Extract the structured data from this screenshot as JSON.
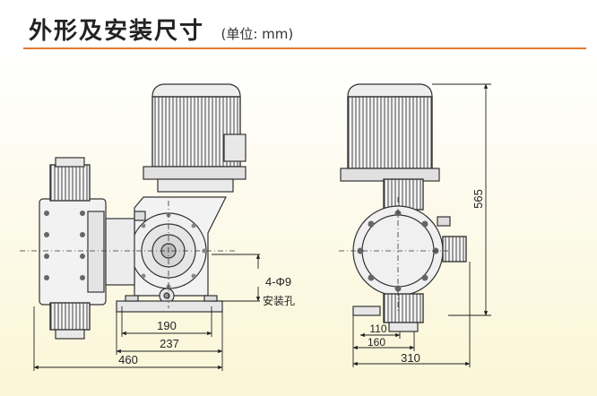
{
  "header": {
    "title": "外形及安装尺寸",
    "unit": "(单位: mm)"
  },
  "front_view": {
    "dims": {
      "d190": "190",
      "d237": "237",
      "d460": "460",
      "hole": "4-Φ9",
      "hole_label": "安装孔"
    }
  },
  "side_view": {
    "dims": {
      "d565": "565",
      "d110": "110",
      "d160": "160",
      "d310": "310"
    }
  },
  "colors": {
    "accent_rule": "#e8782f",
    "line": "#333333"
  }
}
